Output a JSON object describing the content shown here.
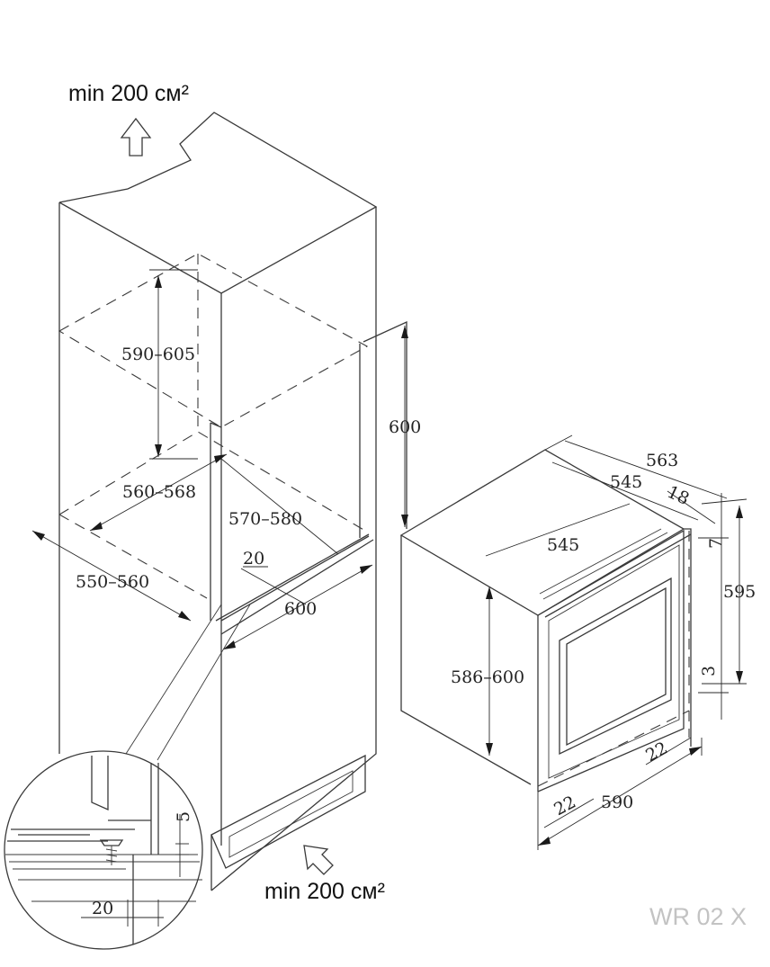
{
  "vent_top": "min 200 см²",
  "vent_bottom": "min 200 см²",
  "model": "WR 02 X",
  "colors": {
    "line": "#3a3a3a",
    "model_text": "#c3c3c3"
  },
  "niche": {
    "height_range": "590–605",
    "width_range": "560–568",
    "depth_range": "570–580",
    "outer_depth": "550–560",
    "front_height": "600",
    "front_width": "600",
    "gap": "20"
  },
  "appliance": {
    "depth_total": "563",
    "depth_body": "545",
    "depth_top": "545",
    "door": "18",
    "top_gap": "7",
    "height": "595",
    "bottom_gap": "3",
    "body_height": "586–600",
    "side_right": "22",
    "side_left": "22",
    "width": "590"
  },
  "detail": {
    "offset": "5",
    "width": "20"
  }
}
